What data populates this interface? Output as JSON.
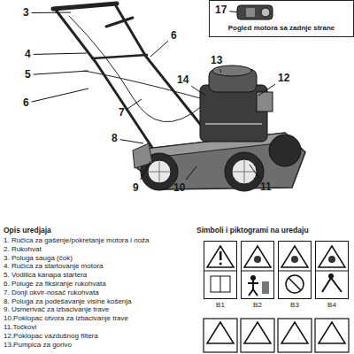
{
  "diagram": {
    "nodes": [
      {
        "text": [
          "Pogled motora sa zadnje strane"
        ]
      },
      {
        "text": [
          "B1"
        ]
      },
      {
        "text": [
          "B2"
        ]
      },
      {
        "text": [
          "B3"
        ]
      },
      {
        "text": [
          "B4"
        ]
      }
    ],
    "labels": [
      "3",
      "4",
      "5",
      "6",
      "6",
      "7",
      "8",
      "9",
      "10",
      "11",
      "12",
      "13",
      "14",
      "17",
      "Opis uredjaja",
      "1. Ručica za gašenje/pokretanje motora i noža",
      "2. Rukohvat",
      "3. Poluga sauga (čok)",
      "4. Ručica za startovanje motora",
      "5. Vodilica kanapa startera",
      "6. Poluge za fiksiranje rukohvata",
      "7. Donji okvir-nosač rukohvata",
      "8. Poluga za podešavanje visine košenja",
      "9. Usmerivač za izbacivanje trave",
      "10.Poklopac otvora za izbacivanje trave",
      "11.Točkovi",
      "12.Poklopac vazdušnog filtera",
      "13.Pumpica za gorivo",
      "Simboli i piktogrami na uredaju"
    ]
  }
}
